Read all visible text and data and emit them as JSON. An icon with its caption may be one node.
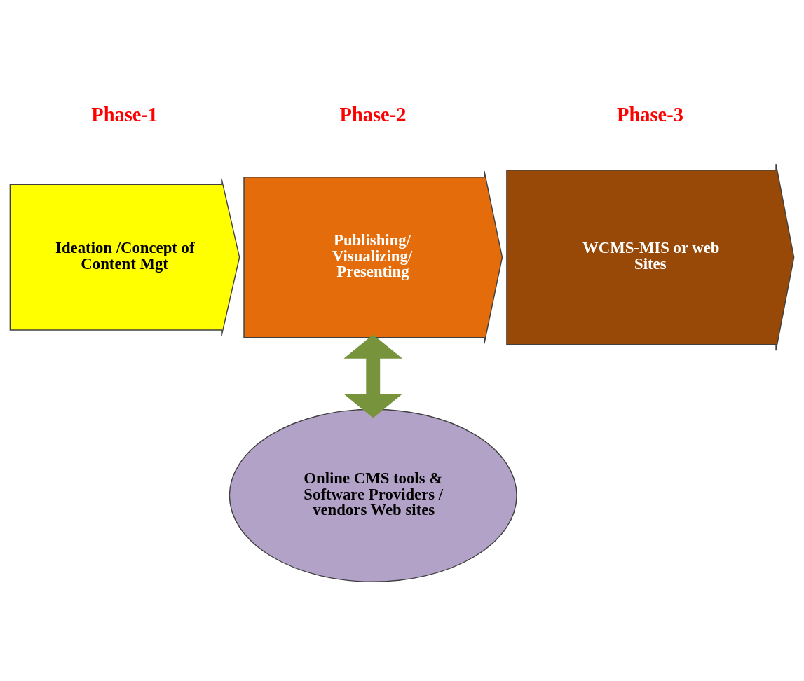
{
  "diagram": {
    "nodes": [
      {
        "text": [
          "Ideation /Concept of Content Mgt"
        ],
        "beside": [
          "Phase-1"
        ]
      },
      {
        "text": [
          "Publishing/ Visualizing/ Presenting"
        ],
        "beside": [
          "Phase-2"
        ]
      },
      {
        "text": [
          "WCMS-MIS or web Sites"
        ],
        "beside": [
          "Phase-3"
        ]
      },
      {
        "text": [
          "Online CMS tools & Software Providers / vendors Web sites"
        ]
      }
    ],
    "edges": [
      {
        "from": 1,
        "to": 3,
        "arrow": "both",
        "color": "#77933c"
      }
    ]
  }
}
